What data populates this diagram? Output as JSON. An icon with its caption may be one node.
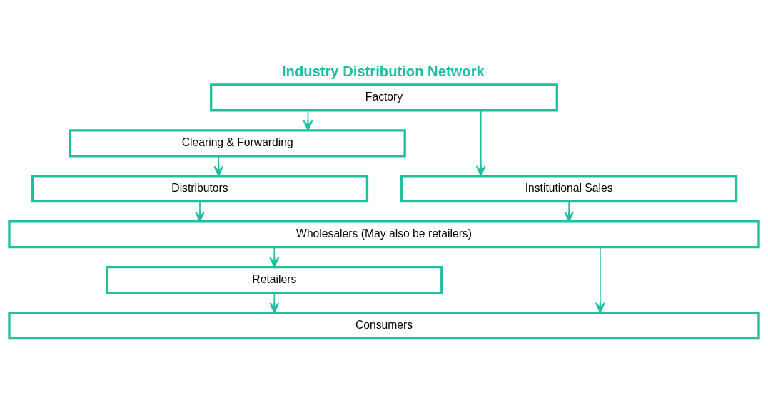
{
  "diagram": {
    "title": "Industry Distribution Network",
    "nodes": [
      {
        "text": [
          "Factory"
        ]
      },
      {
        "text": [
          "Clearing & Forwarding"
        ]
      },
      {
        "text": [
          "Distributors"
        ]
      },
      {
        "text": [
          "Institutional Sales"
        ]
      },
      {
        "text": [
          "Wholesalers (May also be retailers)"
        ]
      },
      {
        "text": [
          "Retailers"
        ]
      },
      {
        "text": [
          "Consumers"
        ]
      }
    ],
    "edges": [
      {
        "from": 0,
        "to": 1,
        "arrow": "to"
      },
      {
        "from": 0,
        "to": 3,
        "arrow": "to"
      },
      {
        "from": 1,
        "to": 2,
        "arrow": "to"
      },
      {
        "from": 2,
        "to": 4,
        "arrow": "to"
      },
      {
        "from": 3,
        "to": 4,
        "arrow": "to"
      },
      {
        "from": 4,
        "to": 5,
        "arrow": "to"
      },
      {
        "from": 5,
        "to": 6,
        "arrow": "to"
      },
      {
        "from": 4,
        "to": 6,
        "arrow": "to"
      }
    ]
  }
}
